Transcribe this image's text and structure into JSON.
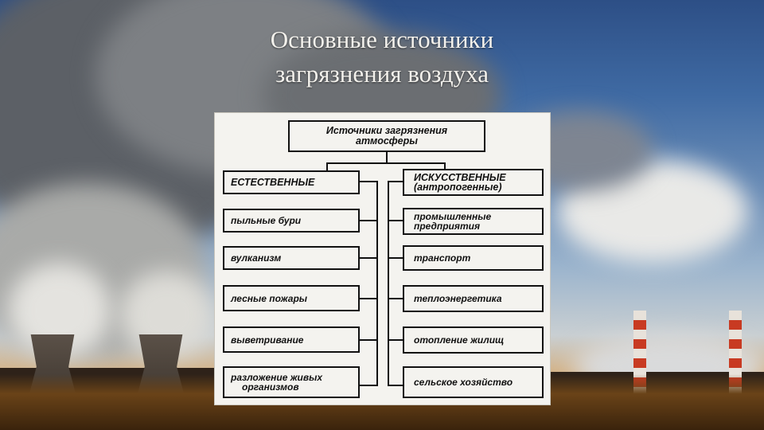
{
  "slide": {
    "title_lines": [
      "Основные источники",
      "загрязнения воздуха"
    ]
  },
  "diagram": {
    "root": {
      "line1": "Источники загрязнения",
      "line2": "атмосферы"
    },
    "natural": {
      "heading": "ЕСТЕСТВЕННЫЕ",
      "items": [
        {
          "line1": "пыльные бури",
          "line2": ""
        },
        {
          "line1": "вулканизм",
          "line2": ""
        },
        {
          "line1": "лесные пожары",
          "line2": ""
        },
        {
          "line1": "выветривание",
          "line2": ""
        },
        {
          "line1": "разложение живых",
          "line2": "организмов"
        }
      ]
    },
    "artificial": {
      "heading_line1": "ИСКУССТВЕННЫЕ",
      "heading_line2": "(антропогенные)",
      "items": [
        {
          "line1": "промышленные",
          "line2": "предприятия"
        },
        {
          "line1": "транспорт",
          "line2": ""
        },
        {
          "line1": "теплоэнергетика",
          "line2": ""
        },
        {
          "line1": "отопление жилищ",
          "line2": ""
        },
        {
          "line1": "сельское хозяйство",
          "line2": ""
        }
      ]
    }
  }
}
